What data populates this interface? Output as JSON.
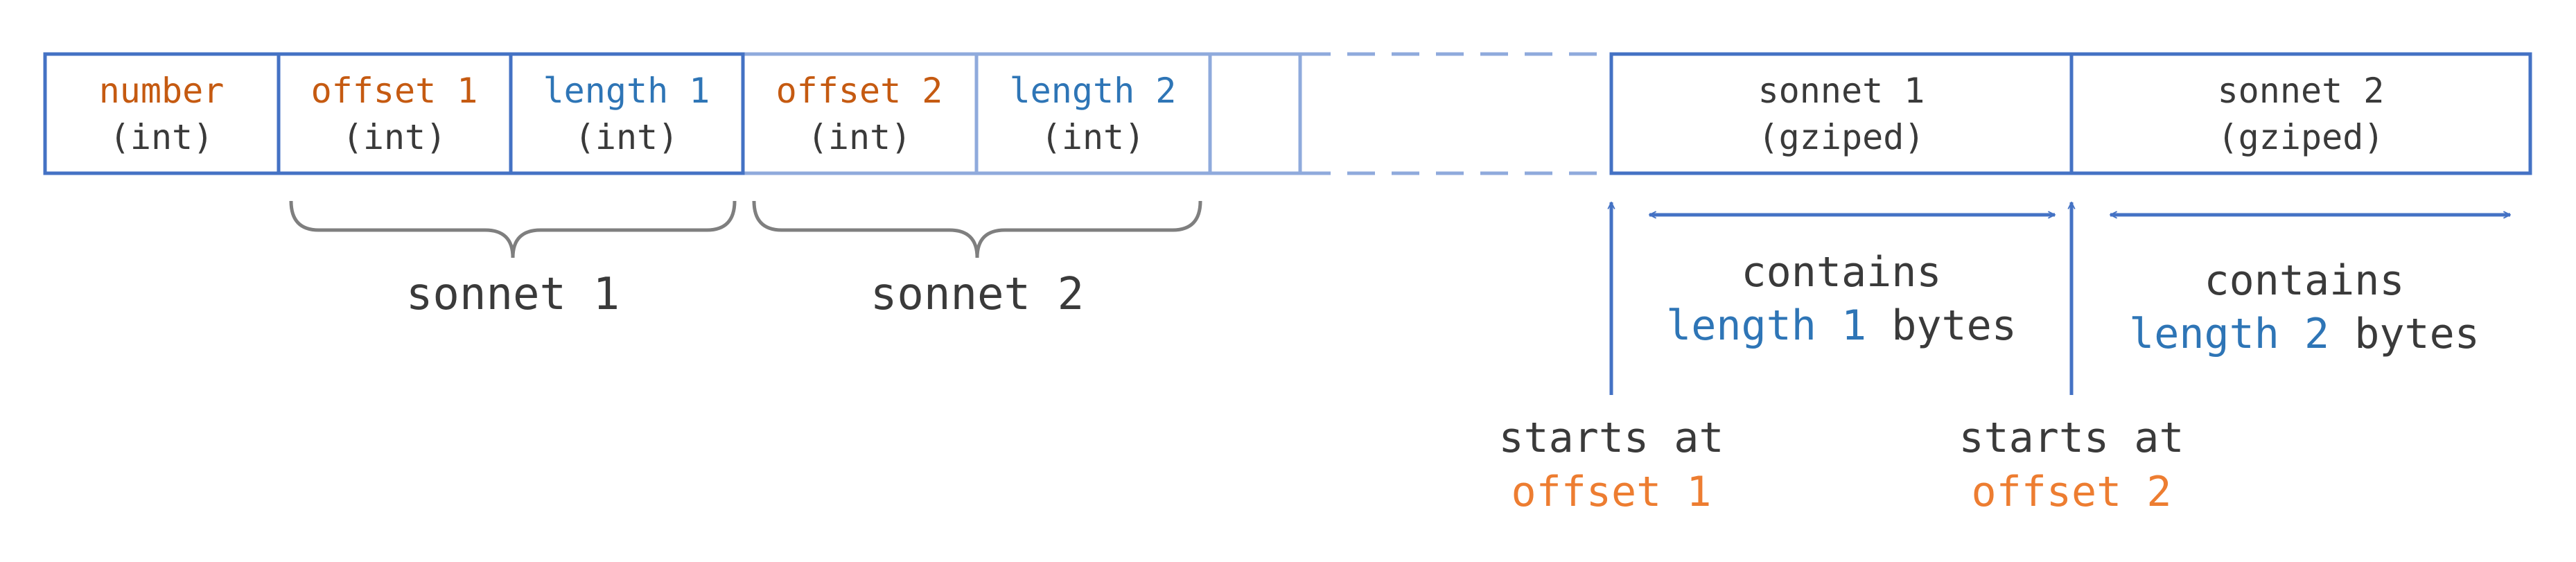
{
  "colors": {
    "box_dark": "#4472C4",
    "box_light": "#8FAADC",
    "orange_dark": "#C55A11",
    "orange": "#ED7D31",
    "blue_text": "#2E75B6",
    "gray_text": "#3A3A3A",
    "brace": "#7F7F7F",
    "arrow": "#4472C4"
  },
  "header_cells": [
    {
      "name": "number",
      "type": "(int)"
    },
    {
      "name": "offset 1",
      "type": "(int)"
    },
    {
      "name": "length 1",
      "type": "(int)"
    },
    {
      "name": "offset 2",
      "type": "(int)"
    },
    {
      "name": "length 2",
      "type": "(int)"
    }
  ],
  "data_cells": [
    {
      "name": "sonnet 1",
      "type": "(gziped)"
    },
    {
      "name": "sonnet 2",
      "type": "(gziped)"
    }
  ],
  "brace_labels": [
    "sonnet 1",
    "sonnet 2"
  ],
  "length_annotations": [
    {
      "line1": "contains",
      "highlight": "length 1",
      "suffix": " bytes"
    },
    {
      "line1": "contains",
      "highlight": "length 2",
      "suffix": " bytes"
    }
  ],
  "offset_annotations": [
    {
      "line1": "starts at",
      "highlight": "offset 1"
    },
    {
      "line1": "starts at",
      "highlight": "offset 2"
    }
  ]
}
